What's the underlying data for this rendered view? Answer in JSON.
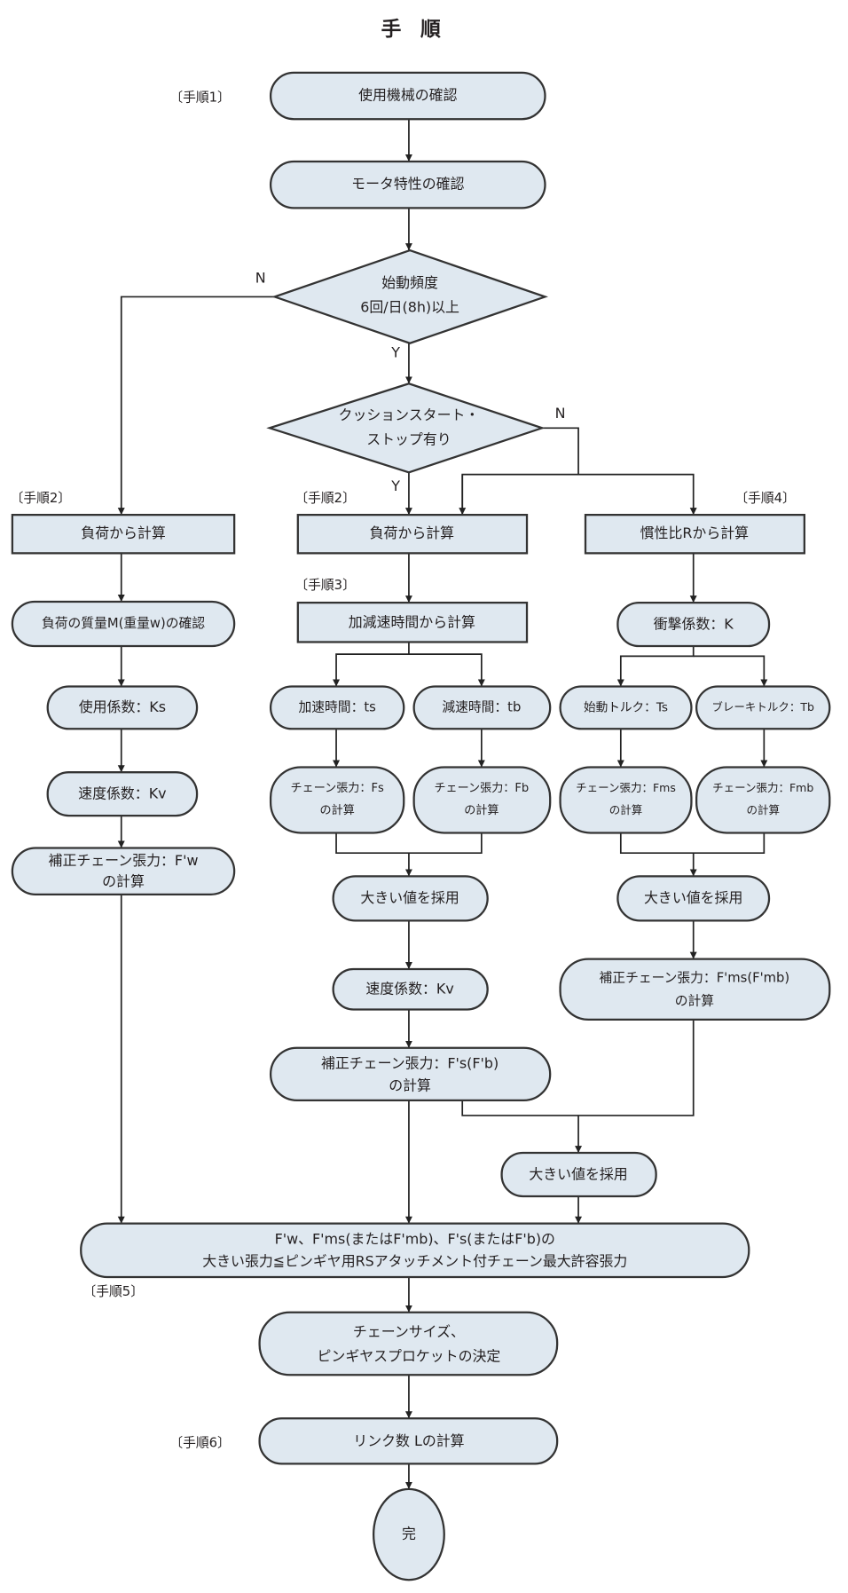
{
  "title": "手 順",
  "step_labels": {
    "s1": "〔手順1〕",
    "s2a": "〔手順2〕",
    "s2b": "〔手順2〕",
    "s3": "〔手順3〕",
    "s4": "〔手順4〕",
    "s5": "〔手順5〕",
    "s6": "〔手順6〕"
  },
  "branch_labels": {
    "n1": "N",
    "y1": "Y",
    "n2": "N",
    "y2": "Y"
  },
  "colors": {
    "node_fill": "#dfe8f0",
    "stroke": "#333333"
  },
  "nodes": {
    "machine_check": "使用機械の確認",
    "motor_check": "モータ特性の確認",
    "start_freq": [
      "始動頻度",
      "6回/日(8h)以上"
    ],
    "cushion": [
      "クッションスタート・",
      "ストップ有り"
    ],
    "load_calc_left": "負荷から計算",
    "load_calc_mid": "負荷から計算",
    "inertia_calc": "慣性比Rから計算",
    "mass_check": "負荷の質量M(重量w)の確認",
    "service_factor": "使用係数：Ks",
    "speed_factor_left": "速度係数：Kv",
    "corrected_fw": [
      "補正チェーン張力：F'w",
      "の計算"
    ],
    "accel_decel_calc": "加減速時間から計算",
    "accel_time": "加速時間：ts",
    "decel_time": "減速時間：tb",
    "tension_fs": [
      "チェーン張力：Fs",
      "の計算"
    ],
    "tension_fb": [
      "チェーン張力：Fb",
      "の計算"
    ],
    "larger_mid": "大きい値を採用",
    "speed_factor_mid": "速度係数：Kv",
    "corrected_fs": [
      "補正チェーン張力：F's(F'b)",
      "の計算"
    ],
    "impact_factor": "衝撃係数：K",
    "start_torque": "始動トルク：Ts",
    "brake_torque": "ブレーキトルク：Tb",
    "tension_fms": [
      "チェーン張力：Fms",
      "の計算"
    ],
    "tension_fmb": [
      "チェーン張力：Fmb",
      "の計算"
    ],
    "larger_right": "大きい値を採用",
    "corrected_fms": [
      "補正チェーン張力：F'ms(F'mb)",
      "の計算"
    ],
    "larger_final": "大きい値を採用",
    "compare": [
      "F'w、F'ms(またはF'mb)、F's(またはF'b)の",
      "大きい張力≦ピンギヤ用RSアタッチメント付チェーン最大許容張力"
    ],
    "size_decide": [
      "チェーンサイズ、",
      "ピンギヤスプロケットの決定"
    ],
    "link_count": "リンク数 Lの計算",
    "end": "完"
  }
}
